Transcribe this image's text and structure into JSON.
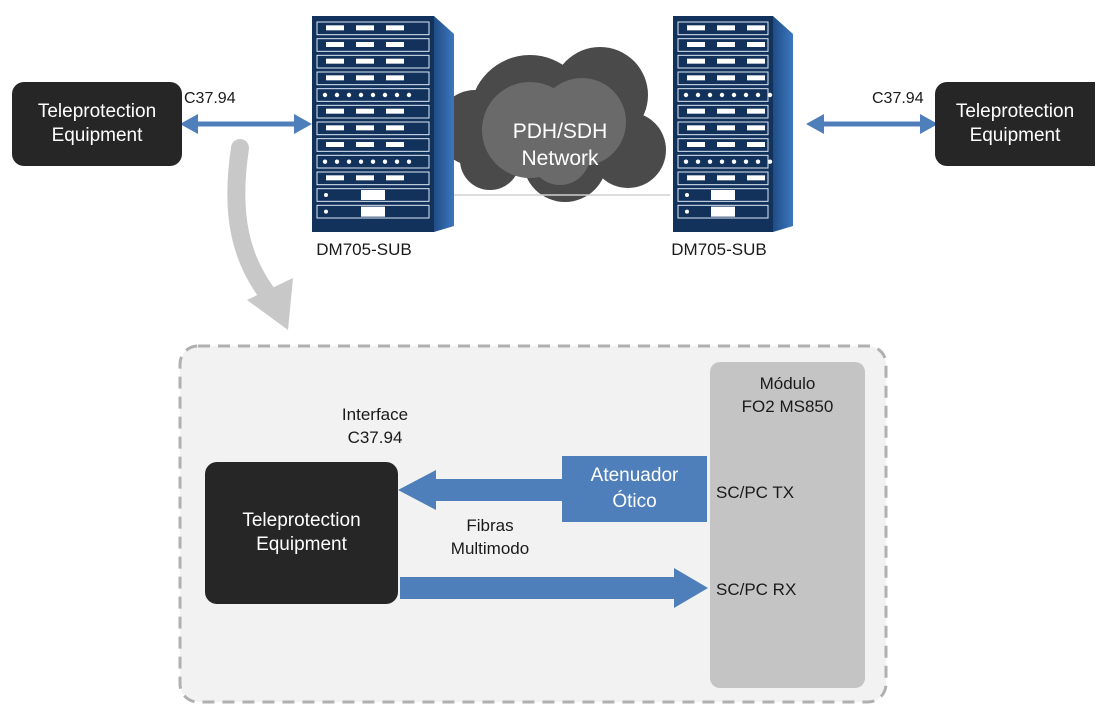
{
  "top": {
    "left_equipment": "Teleprotection\nEquipment",
    "right_equipment": "Teleprotection\nEquipment",
    "left_interface": "C37.94",
    "right_interface": "C37.94",
    "left_device": "DM705-SUB",
    "right_device": "DM705-SUB",
    "network": "PDH/SDH\nNetwork"
  },
  "detail": {
    "equipment": "Teleprotection\nEquipment",
    "interface": "Interface\nC37.94",
    "fibers": "Fibras\nMultimodo",
    "attenuator": "Atenuador\nÓtico",
    "module": "Módulo\nFO2 MS850",
    "tx_port": "SC/PC TX",
    "rx_port": "SC/PC RX"
  },
  "colors": {
    "arrow_blue": "#4f7fba",
    "rack_navy": "#12325c",
    "dark_box": "#262626",
    "module_gray": "#c4c4c4",
    "cloud_dark": "#4a4a4a"
  }
}
